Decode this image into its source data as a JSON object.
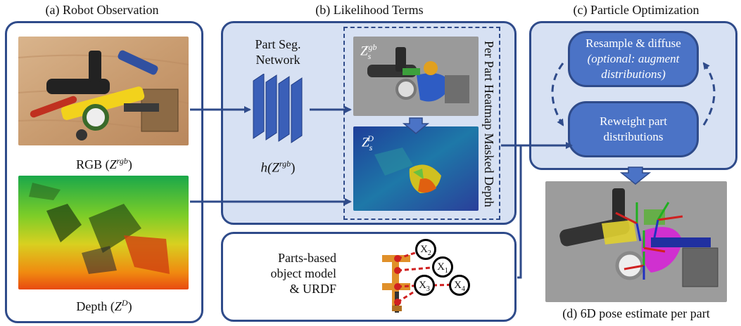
{
  "headings": {
    "a": "(a) Robot Observation",
    "b": "(b) Likelihood Terms",
    "c": "(c) Particle Optimization",
    "d": "(d) 6D pose estimate per part"
  },
  "panel_a": {
    "rgb_label": "RGB (",
    "rgb_symbol": "Z",
    "rgb_sup": "rgb",
    "rgb_close": ")",
    "depth_label": "Depth (",
    "depth_symbol": "Z",
    "depth_sup": "D",
    "depth_close": ")"
  },
  "panel_b": {
    "network_line1": "Part Seg.",
    "network_line2": "Network",
    "function_label": "h(Z",
    "function_sup": "rgb",
    "function_close": ")",
    "heatmap_symbol": "Z",
    "heatmap_sub": "s",
    "heatmap_sup": "rgb",
    "depth_symbol": "Z",
    "depth_sub": "s",
    "depth_sup": "D",
    "vertical_label": "Per Part Heatmap  Masked Depth"
  },
  "model_box": {
    "line1": "Parts-based",
    "line2": "object model",
    "line3": "& URDF",
    "nodes": [
      "X",
      "X",
      "X",
      "X"
    ],
    "node_subs": [
      "2",
      "1",
      "3",
      "4"
    ]
  },
  "panel_c": {
    "resample_line1": "Resample & diffuse",
    "resample_line2": "(optional: augment",
    "resample_line3": "distributions)",
    "reweight_line1": "Reweight part",
    "reweight_line2": "distributions"
  },
  "colors": {
    "panel_border": "#2f4b8a",
    "panel_fill": "#d7e1f3",
    "pill_fill": "#4b73c6",
    "arrow": "#2f4b8a"
  }
}
